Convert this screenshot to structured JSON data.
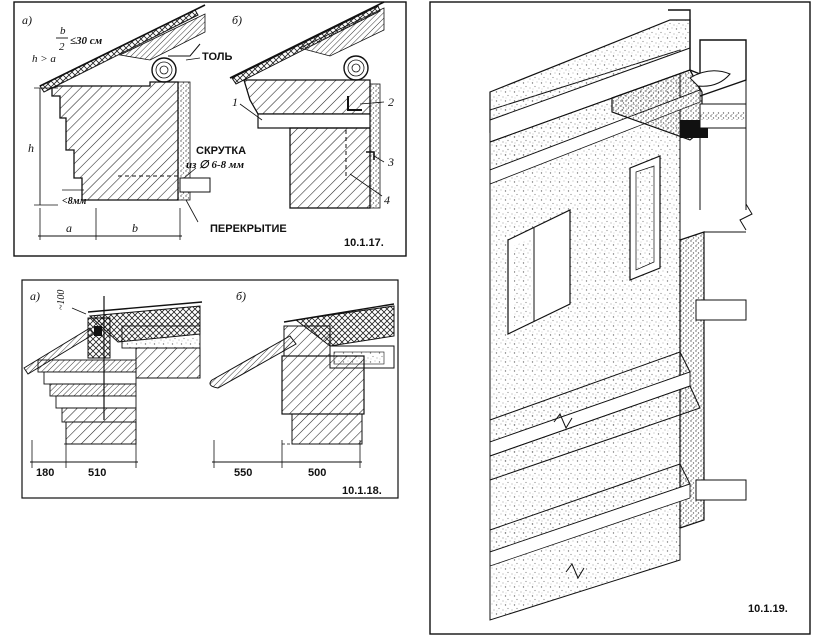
{
  "fig_17": {
    "caption": "10.1.17.",
    "variant_a": "а)",
    "variant_b": "б)",
    "formula_b": "b",
    "formula_2": "2",
    "formula_rule": "≤30 см",
    "formula_ineq": "h > a",
    "label_tol": "ТОЛЬ",
    "label_skrutka": "СКРУТКА",
    "label_skrutka_dia": "из ∅ 6-8 мм",
    "label_perekrytie": "ПЕРЕКРЫТИЕ",
    "label_gap": "<8мм",
    "dim_h": "h",
    "dim_a": "a",
    "dim_b": "b",
    "callout_1": "1",
    "callout_2": "2",
    "callout_3": "3",
    "callout_4": "4"
  },
  "fig_18": {
    "caption": "10.1.18.",
    "variant_a": "а)",
    "variant_b": "б)",
    "dim_100": "~100",
    "dim_180": "180",
    "dim_510": "510",
    "dim_550": "550",
    "dim_500": "500"
  },
  "fig_19": {
    "caption": "10.1.19."
  },
  "colors": {
    "ink": "#111111",
    "paper": "#ffffff",
    "stipple": "#9a9a9a",
    "hatch": "#222222"
  }
}
